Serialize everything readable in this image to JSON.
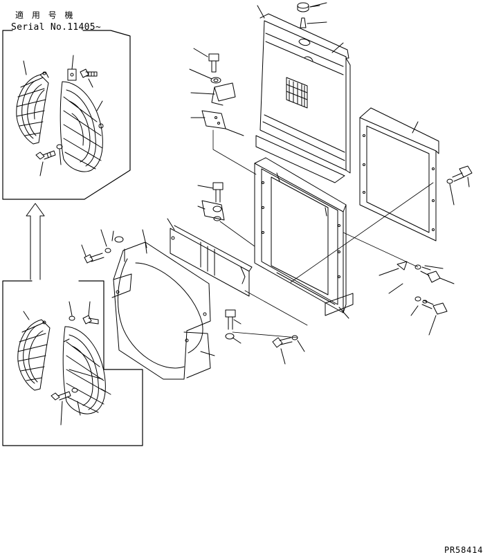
{
  "header": {
    "applicable_serial_title": "適 用 号 機",
    "serial_text": "Serial No.11405~"
  },
  "footer": {
    "drawing_code": "PR58414"
  },
  "colors": {
    "line": "#000000",
    "background": "#ffffff"
  }
}
